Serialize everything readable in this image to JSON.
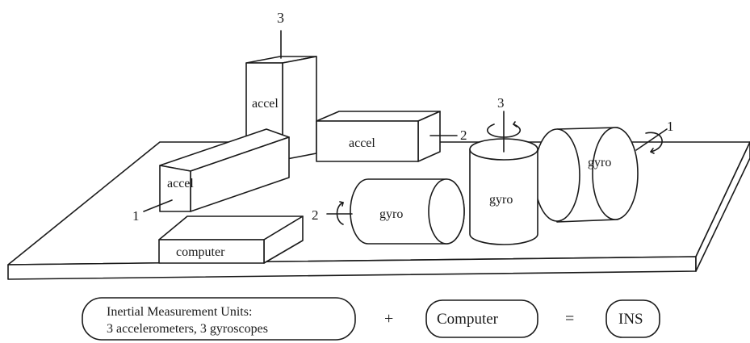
{
  "diagram": {
    "axis_labels": {
      "vertical_axis": "3",
      "accel_top_axis": "2",
      "accel_left_axis": "1",
      "gyro_front_axis": "2",
      "gyro_mid_axis": "3",
      "gyro_right_axis": "1"
    },
    "components": {
      "accel_vertical": "accel",
      "accel_horizontal": "accel",
      "accel_left": "accel",
      "computer_box": "computer",
      "gyro_front": "gyro",
      "gyro_middle": "gyro",
      "gyro_right": "gyro"
    },
    "equation": {
      "imu_line1": "Inertial Measurement Units:",
      "imu_line2": "3 accelerometers,  3 gyroscopes",
      "plus": "+",
      "computer": "Computer",
      "equals": "=",
      "result": "INS"
    }
  }
}
